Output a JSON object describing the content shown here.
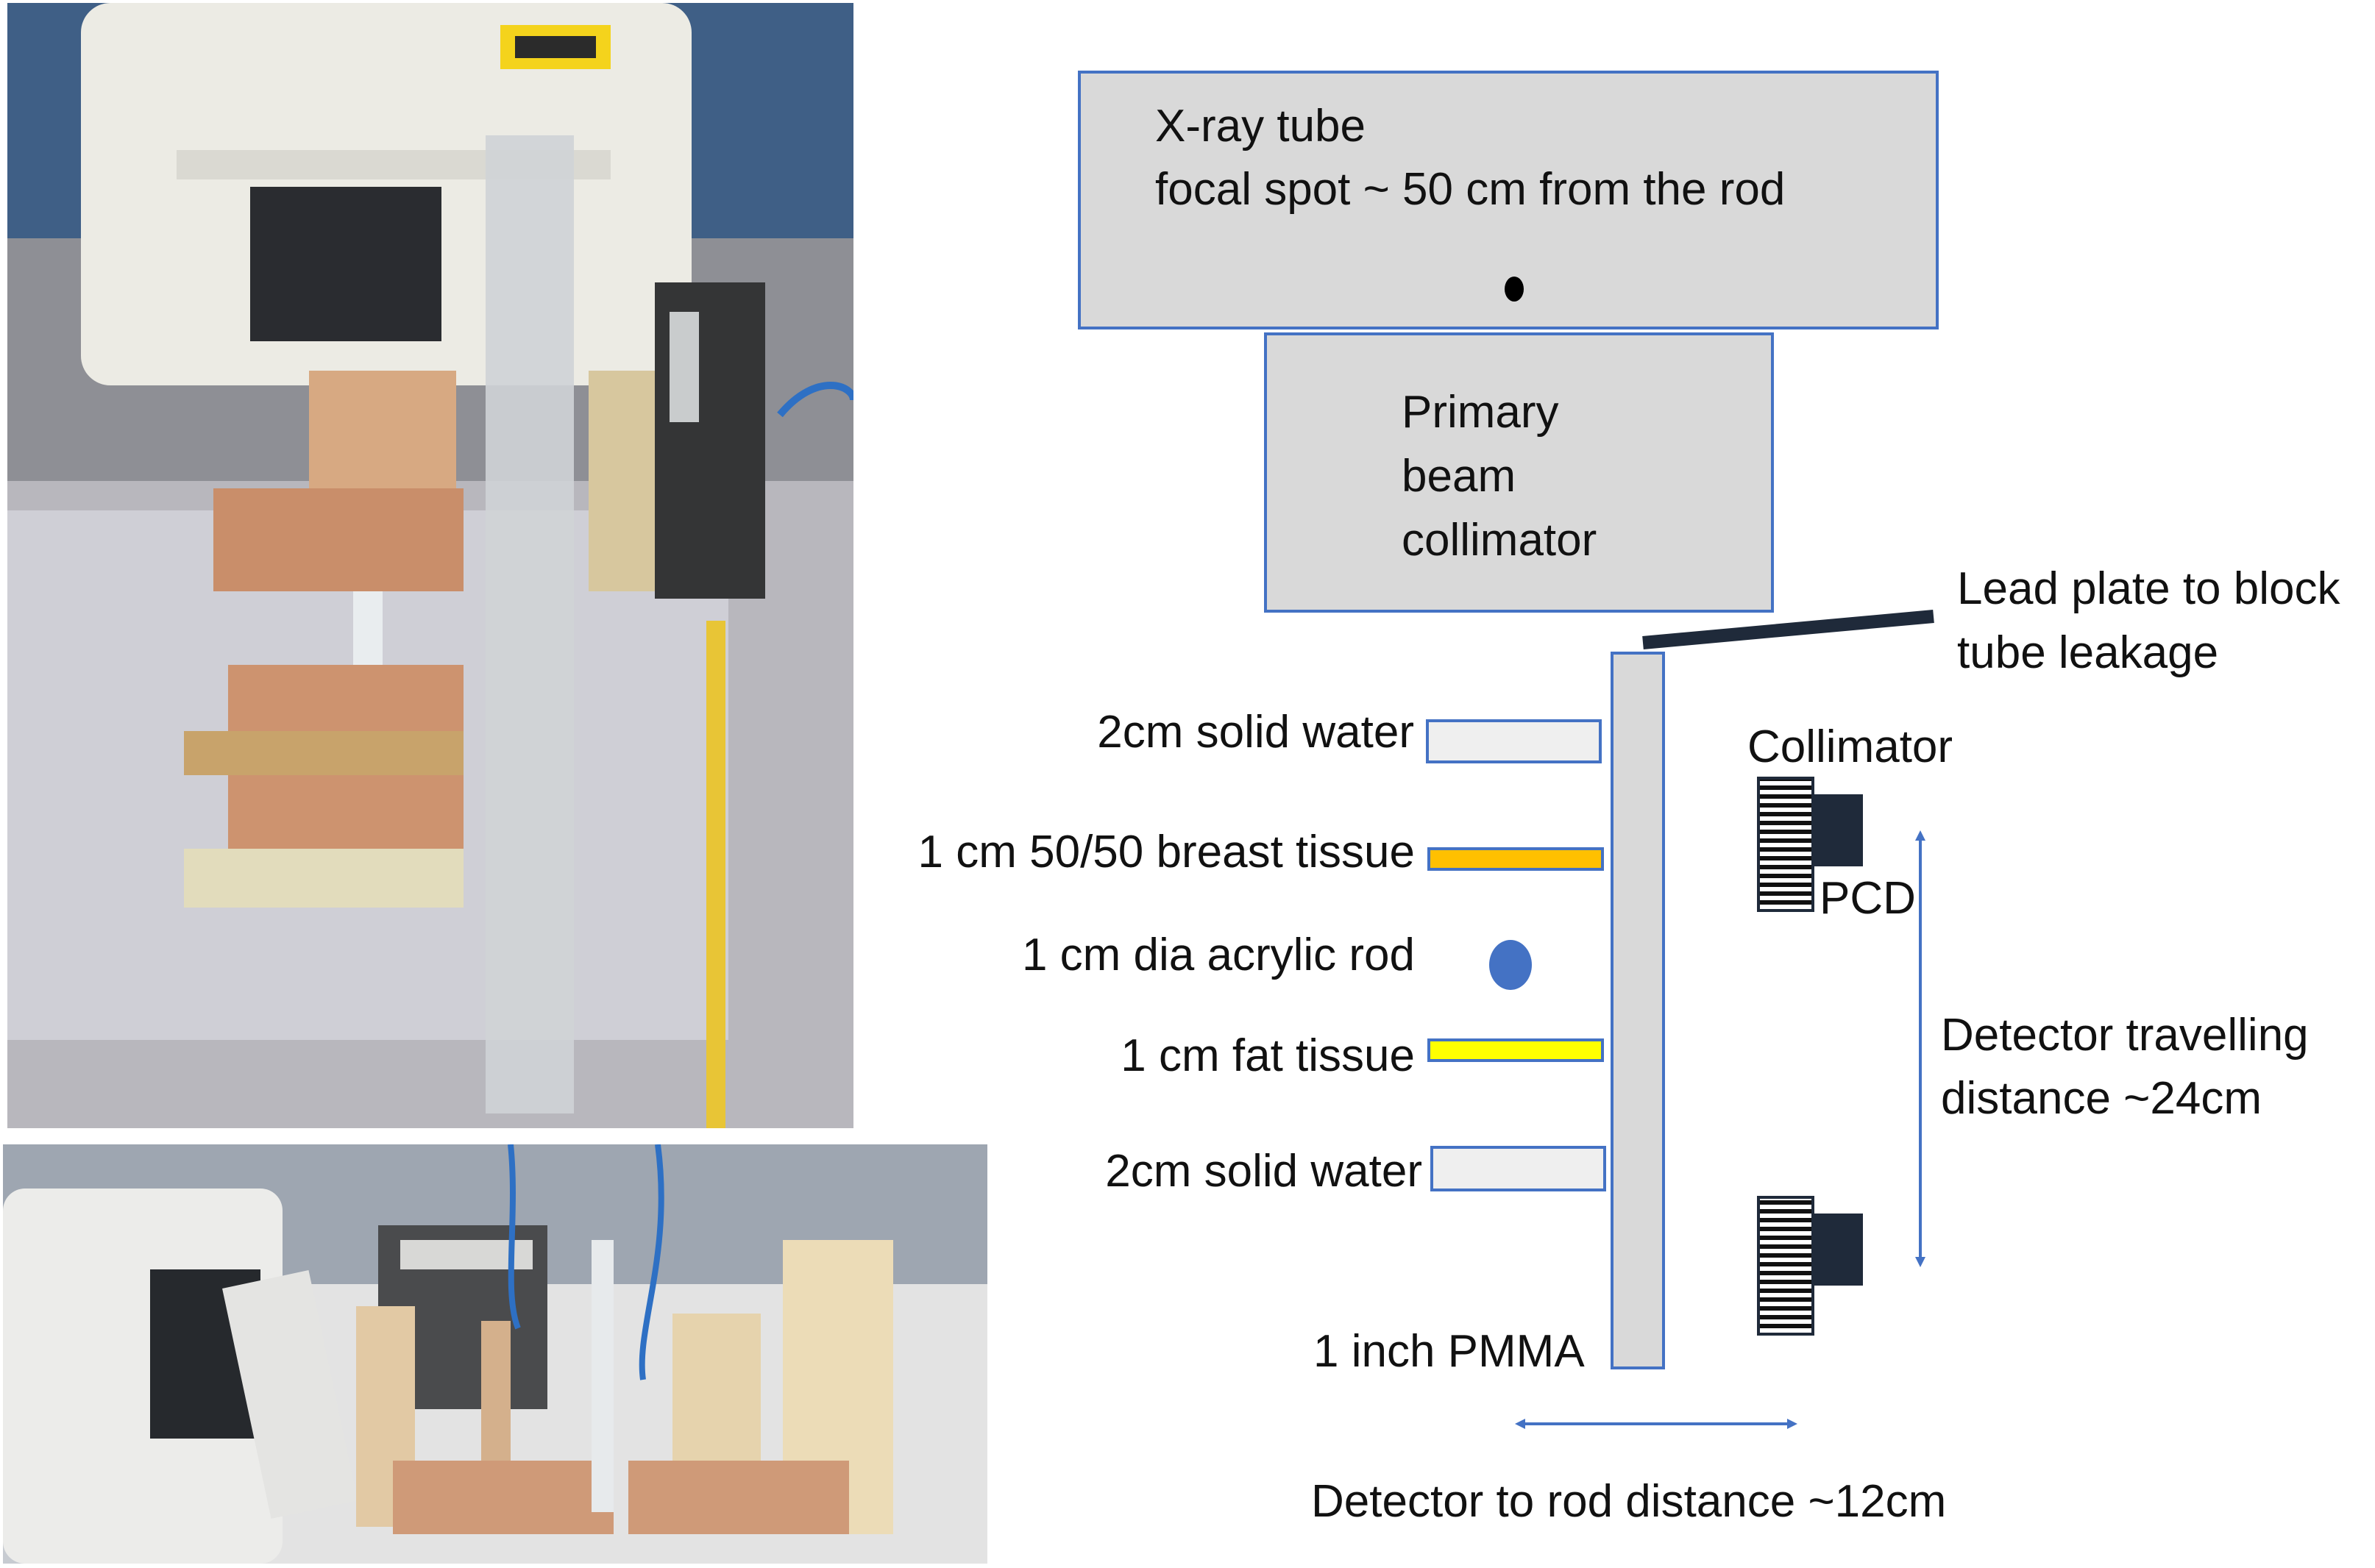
{
  "diagram": {
    "tube_line1": "X-ray tube",
    "tube_line2": "focal spot ~ 50 cm from the rod",
    "primary_collimator_line1": "Primary",
    "primary_collimator_line2": "beam",
    "primary_collimator_line3": "collimator",
    "lead_plate_line1": "Lead plate to block",
    "lead_plate_line2": "tube leakage",
    "solid_water_top": "2cm solid water",
    "breast_tissue": "1 cm 50/50 breast tissue",
    "acrylic_rod": "1 cm dia acrylic rod",
    "fat_tissue": "1 cm fat tissue",
    "solid_water_bottom": "2cm solid water",
    "pmma": "1 inch PMMA",
    "collimator": "Collimator",
    "pcd": "PCD",
    "travel_line1": "Detector travelling",
    "travel_line2": "distance ~24cm",
    "rod_distance": "Detector to rod distance ~12cm"
  },
  "colors": {
    "box_fill": "#d9d9d9",
    "box_border": "#4472c4",
    "breast_tissue": "#ffc000",
    "fat_tissue": "#ffff00",
    "rod": "#4472c4",
    "lead_plate": "#1f2a3a"
  }
}
